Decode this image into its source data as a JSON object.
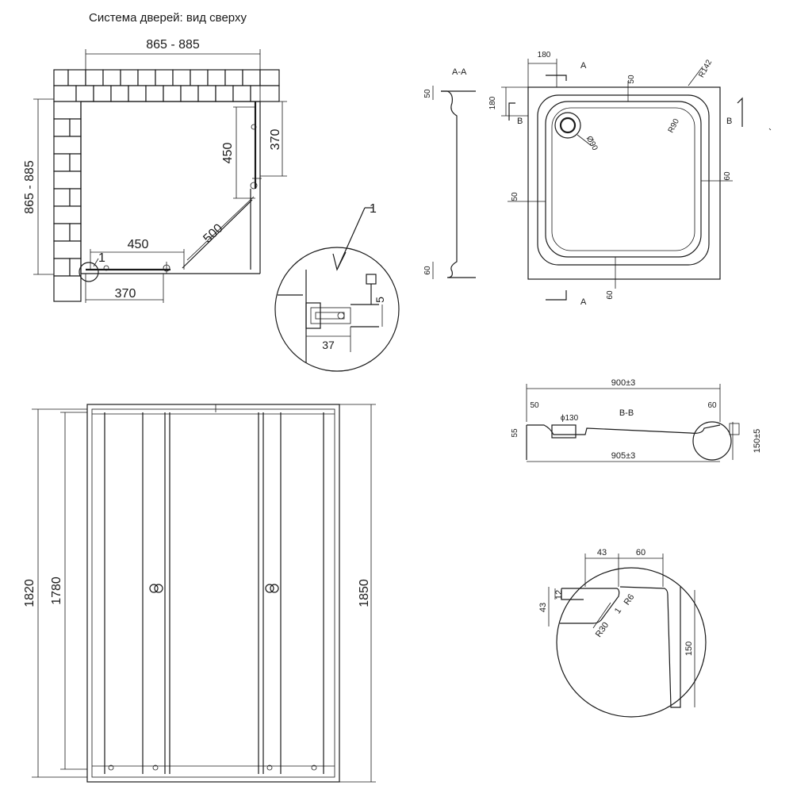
{
  "title": "Система дверей: вид сверху",
  "plan_view": {
    "width_range": "865 - 885",
    "depth_range": "865 - 885",
    "door_side_height": "450",
    "side_offset": "370",
    "diagonal": "500",
    "bottom_door": "450",
    "bottom_offset": "370",
    "callout": "1"
  },
  "detail_1": {
    "callout": "1",
    "dim_a": "5",
    "dim_b": "37"
  },
  "section_aa": {
    "label": "A-A",
    "top_dim": "50",
    "bottom_dim": "60"
  },
  "tray_top": {
    "dim_180_h": "180",
    "dim_180_v": "180",
    "section_mark_a": "A",
    "section_mark_b": "B",
    "rim_top": "50",
    "radius_outer": "R142",
    "radius_inner": "R90",
    "drain": "Ø90",
    "rim_right": "60",
    "rim_left": "50",
    "rim_bottom": "60"
  },
  "section_bb": {
    "label": "B-B",
    "inner_width": "900±3",
    "outer_width": "905±3",
    "left_rim": "50",
    "right_rim": "60",
    "drain": "ϕ130",
    "height_left": "55",
    "height_right": "150±5"
  },
  "detail_edge": {
    "dim_43_top": "43",
    "dim_60": "60",
    "dim_12": "12",
    "dim_43_side": "43",
    "radius_small": "R6",
    "radius_large": "R30",
    "thickness": "1",
    "height": "150"
  },
  "front_view": {
    "height_outer": "1820",
    "height_inner": "1780",
    "height_total": "1850"
  }
}
